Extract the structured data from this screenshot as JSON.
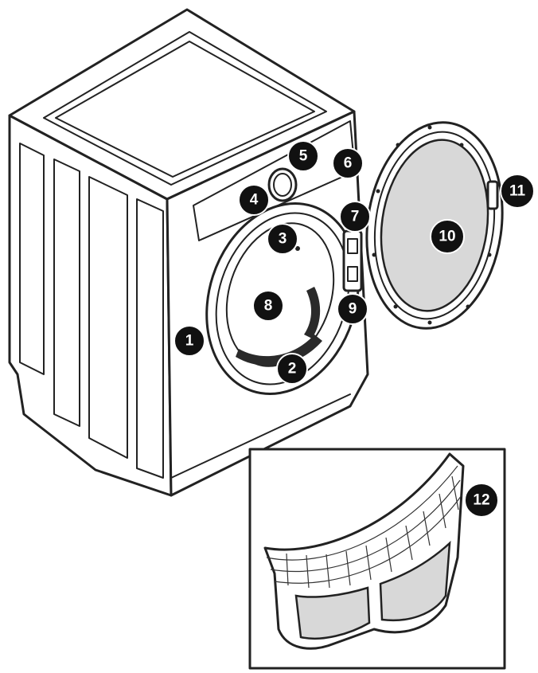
{
  "diagram": {
    "callouts": [
      {
        "id": "c1",
        "label": "1"
      },
      {
        "id": "c2",
        "label": "2"
      },
      {
        "id": "c3",
        "label": "3"
      },
      {
        "id": "c4",
        "label": "4"
      },
      {
        "id": "c5",
        "label": "5"
      },
      {
        "id": "c6",
        "label": "6"
      },
      {
        "id": "c7",
        "label": "7"
      },
      {
        "id": "c8",
        "label": "8"
      },
      {
        "id": "c9",
        "label": "9"
      },
      {
        "id": "c10",
        "label": "10"
      },
      {
        "id": "c11",
        "label": "11"
      },
      {
        "id": "c12",
        "label": "12"
      }
    ],
    "colors": {
      "line": "#222222",
      "callout_fill": "#111111",
      "window_gray": "#d8d8d8",
      "filter_gray": "#cfcfcf"
    }
  }
}
